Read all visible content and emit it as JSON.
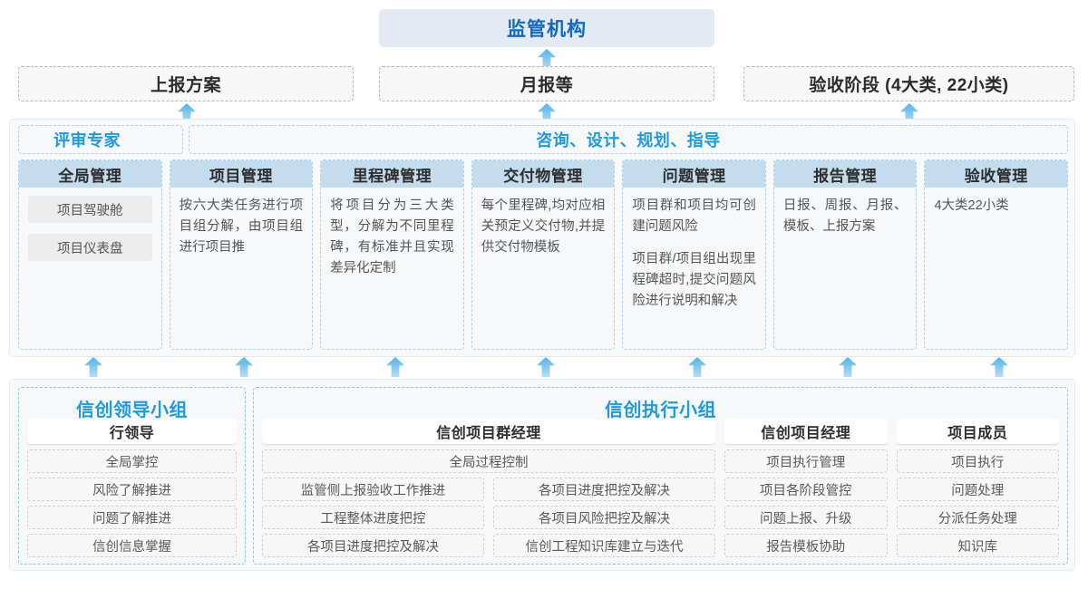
{
  "top": {
    "regulator": "监管机构",
    "reports": [
      {
        "label": "上报方案"
      },
      {
        "label": "月报等"
      },
      {
        "label": "验收阶段 (4大类, 22小类)"
      }
    ]
  },
  "middle": {
    "band_left": "评审专家",
    "band_right": "咨询、设计、规划、指导",
    "columns": [
      {
        "title": "全局管理",
        "pills": [
          "项目驾驶舱",
          "项目仪表盘"
        ],
        "paragraphs": []
      },
      {
        "title": "项目管理",
        "pills": [],
        "paragraphs": [
          "按六大类任务进行项目组分解，由项目组进行项目推"
        ]
      },
      {
        "title": "里程碑管理",
        "pills": [],
        "paragraphs": [
          "将项目分为三大类型，分解为不同里程碑，有标准并且实现差异化定制"
        ]
      },
      {
        "title": "交付物管理",
        "pills": [],
        "paragraphs": [
          "每个里程碑,均对应相关预定义交付物,并提供交付物模板"
        ]
      },
      {
        "title": "问题管理",
        "pills": [],
        "paragraphs": [
          "项目群和项目均可创建问题风险",
          "项目群/项目组出现里程碑超时,提交问题风险进行说明和解决"
        ]
      },
      {
        "title": "报告管理",
        "pills": [],
        "paragraphs": [
          "日报、周报、月报、模板、上报方案"
        ]
      },
      {
        "title": "验收管理",
        "pills": [],
        "paragraphs": [
          "4大类22小类"
        ]
      }
    ]
  },
  "bottom": {
    "leader_group": {
      "title": "信创领导小组",
      "lane_head": "行领导",
      "tasks": [
        "全局掌控",
        "风险了解推进",
        "问题了解推进",
        "信创信息掌握"
      ]
    },
    "exec_group": {
      "title": "信创执行小组",
      "program_manager": {
        "head": "信创项目群经理",
        "full_task": "全局过程控制",
        "left_tasks": [
          "监管侧上报验收工作推进",
          "工程整体进度把控",
          "各项目进度把控及解决"
        ],
        "right_tasks": [
          "各项目进度把控及解决",
          "各项目风险把控及解决",
          "信创工程知识库建立与迭代"
        ]
      },
      "project_manager": {
        "head": "信创项目经理",
        "tasks": [
          "项目执行管理",
          "项目各阶段管控",
          "问题上报、升级",
          "报告模板协助"
        ]
      },
      "member": {
        "head": "项目成员",
        "tasks": [
          "项目执行",
          "问题处理",
          "分派任务处理",
          "知识库"
        ]
      }
    }
  },
  "colors": {
    "accent_blue": "#1f9ae0",
    "title_blue": "#1268bf",
    "header_fill": "#c3dcee",
    "regulator_fill": "#e4eaf4",
    "panel_fill": "#f8f9fa"
  }
}
